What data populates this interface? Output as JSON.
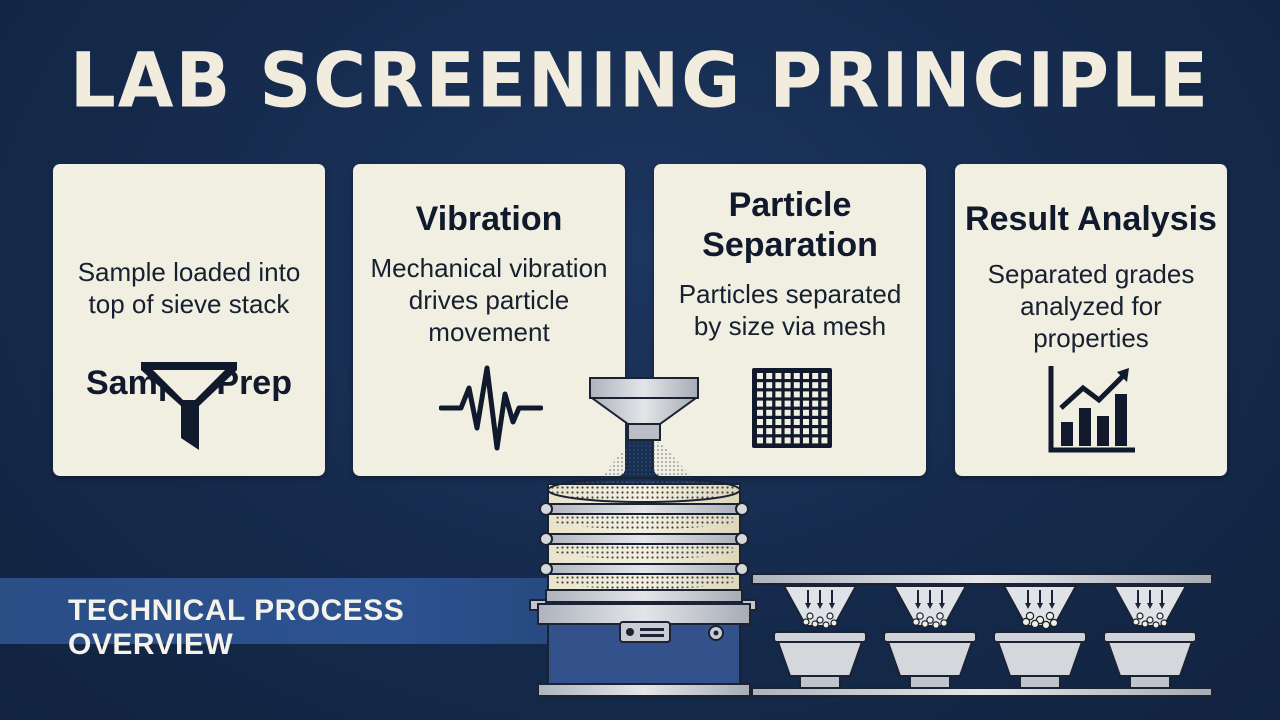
{
  "title": "LAB SCREENING PRINCIPLE",
  "cards": [
    {
      "title": "Sample Prep",
      "desc_lines": [
        "Sample loaded into",
        "top of sieve stack"
      ],
      "icon": "funnel-icon"
    },
    {
      "title": "Vibration",
      "desc_lines": [
        "Mechanical vibration",
        "drives particle",
        "movement"
      ],
      "icon": "vibration-wave-icon"
    },
    {
      "title_lines": [
        "Particle",
        "Separation"
      ],
      "desc_lines": [
        "Particles separated",
        "by size via mesh"
      ],
      "icon": "mesh-grid-icon"
    },
    {
      "title": "Result Analysis",
      "desc_lines": [
        "Separated grades",
        "analyzed for",
        "properties"
      ],
      "icon": "bar-chart-up-icon"
    }
  ],
  "band_label": "TECHNICAL PROCESS OVERVIEW",
  "colors": {
    "background": "#152a4c",
    "card": "#f1eee2",
    "band": "#2c5290",
    "title": "#f1ecdd",
    "machine_base": "#33528c",
    "metal": "#c9ccd2"
  }
}
